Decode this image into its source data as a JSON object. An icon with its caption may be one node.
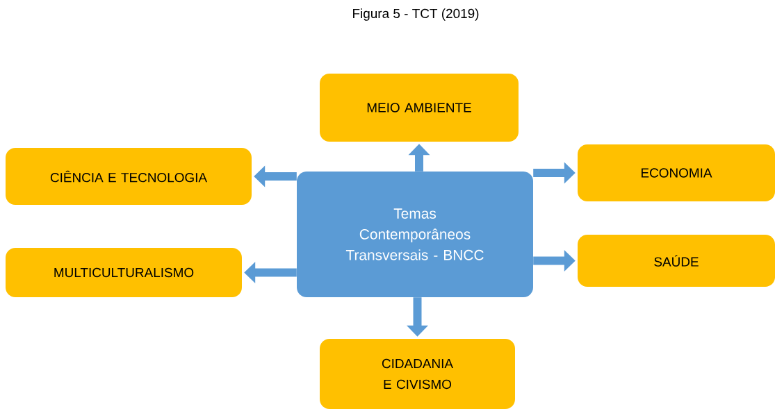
{
  "diagram": {
    "title": "Figura 5 - TCT (2019)",
    "nodes": [
      {
        "text": [
          "Temas Contemporâneos Transversais - BNCC"
        ]
      },
      {
        "text": [
          "MEIO AMBIENTE"
        ]
      },
      {
        "text": [
          "CIÊNCIA E TECNOLOGIA"
        ]
      },
      {
        "text": [
          "ECONOMIA"
        ]
      },
      {
        "text": [
          "MULTICULTURALISMO"
        ]
      },
      {
        "text": [
          "SAÚDE"
        ]
      },
      {
        "text": [
          "CIDADANIA E CIVISMO"
        ]
      }
    ],
    "edges": [
      {
        "from": 0,
        "to": 1,
        "arrow": "to"
      },
      {
        "from": 0,
        "to": 2,
        "arrow": "to"
      },
      {
        "from": 0,
        "to": 3,
        "arrow": "to"
      },
      {
        "from": 0,
        "to": 4,
        "arrow": "to"
      },
      {
        "from": 0,
        "to": 5,
        "arrow": "to"
      },
      {
        "from": 0,
        "to": 6,
        "arrow": "to"
      }
    ]
  }
}
